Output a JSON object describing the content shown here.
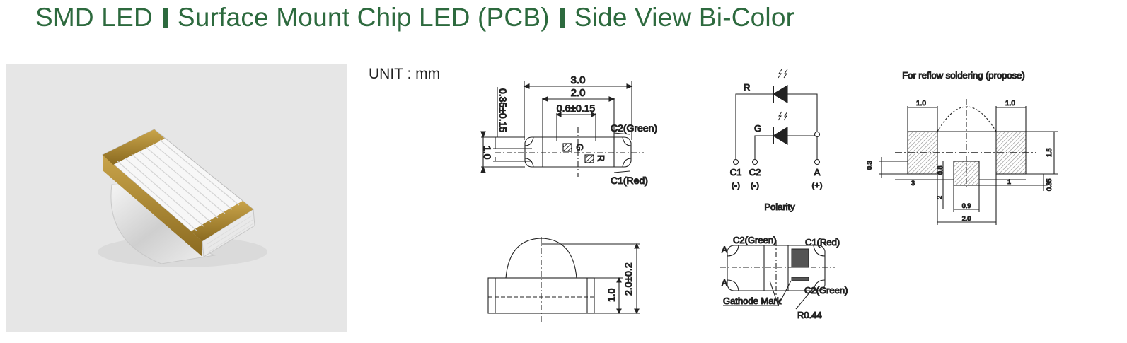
{
  "header": {
    "part1": "SMD LED",
    "part2": "Surface Mount Chip LED (PCB)",
    "part3": "Side View Bi-Color"
  },
  "colors": {
    "brand_green": "#2d6a3e",
    "photo_bg": "#e6e6e6"
  },
  "unit_label": "UNIT : mm",
  "top_view": {
    "dim_overall": "3.0",
    "dim_inner": "2.0",
    "dim_gap": "0.6±0.15",
    "dim_side": "0.35±0.15",
    "dim_height": "1.0",
    "label_c2": "C2(Green)",
    "label_c1": "C1(Red)",
    "label_g": "G",
    "label_r": "R"
  },
  "side_view": {
    "dim_height_small": "1.0",
    "dim_height_total": "2.0±0.2"
  },
  "polarity": {
    "label_r": "R",
    "label_g": "G",
    "pin_c1": "C1",
    "pin_c1_sign": "(-)",
    "pin_c2": "C2",
    "pin_c2_sign": "(-)",
    "pin_a": "A",
    "pin_a_sign": "(+)",
    "caption": "Polarity"
  },
  "bottom_view": {
    "label_c2_top": "C2(Green)",
    "label_c1": "C1(Red)",
    "label_c2_side": "C2(Green)",
    "label_a1": "A",
    "label_a2": "A",
    "cathode": "Gathode Mark",
    "radius": "R0.44"
  },
  "reflow": {
    "title": "For reflow soldering (propose)",
    "dim_left": "1.0",
    "dim_right": "1.0",
    "dim_03": "0.3",
    "dim_3": "3",
    "dim_08": "0.8",
    "dim_2": "2",
    "dim_1": "1",
    "dim_09": "0.9",
    "dim_20": "2.0",
    "dim_15": "1.5",
    "dim_035": "0.35"
  }
}
